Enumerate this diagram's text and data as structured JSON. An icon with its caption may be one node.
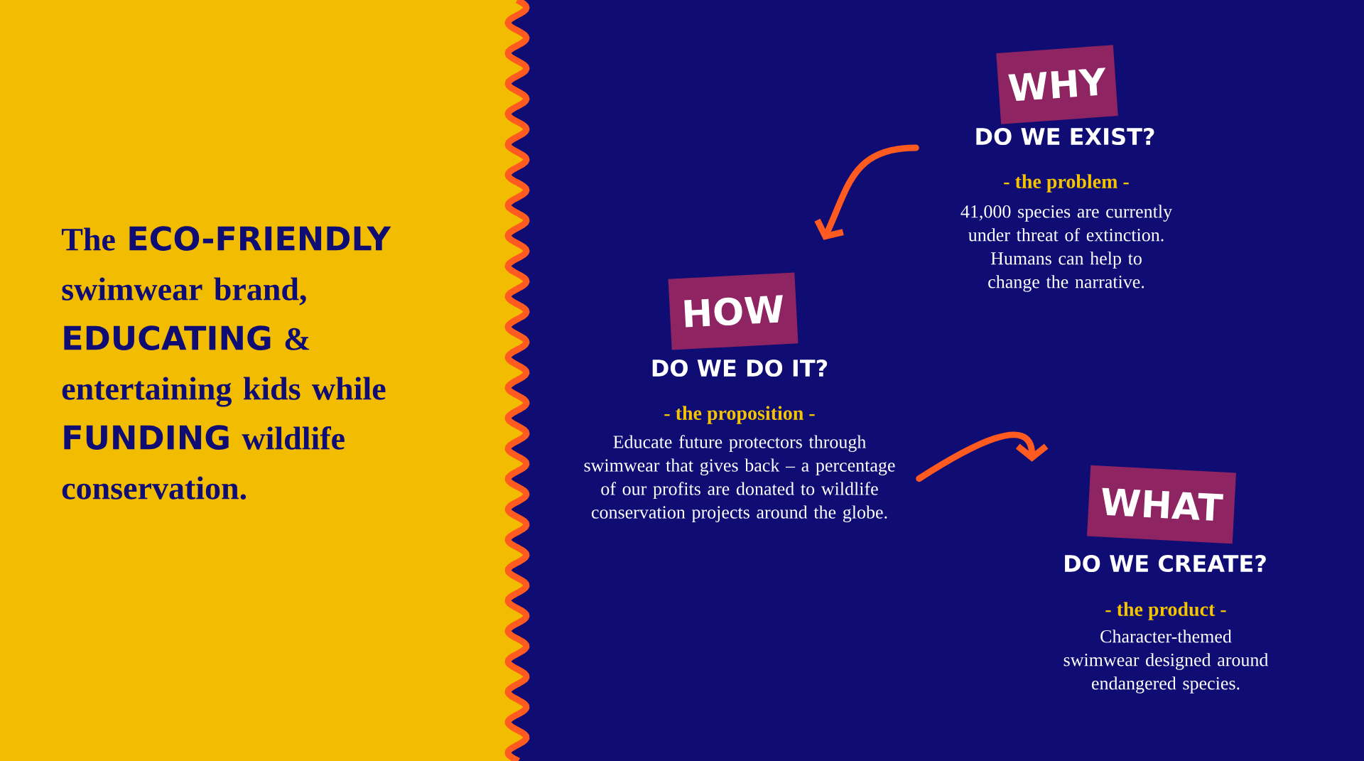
{
  "diagram": {
    "nodes": [
      {
        "text": [
          "WHY",
          "DO WE EXIST?"
        ],
        "beside": [
          "- the problem -",
          "41,000 species are currently under threat of extinction. Humans can help to change the narrative."
        ]
      },
      {
        "text": [
          "HOW",
          "DO WE DO IT?"
        ],
        "beside": [
          "- the proposition -",
          "Educate future protectors through swimwear that gives back – a percentage of our profits are donated to wildlife conservation projects around the globe."
        ]
      },
      {
        "text": [
          "WHAT",
          "DO WE CREATE?"
        ],
        "beside": [
          "- the product -",
          "Character-themed swimwear designed around endangered species."
        ]
      }
    ],
    "edges": [
      {
        "from": 0,
        "to": 1,
        "arrow": "to"
      },
      {
        "from": 1,
        "to": 2,
        "arrow": "to"
      }
    ],
    "labels": [
      "The **ECO-FRIENDLY** swimwear brand, **EDUCATING** & entertaining kids while **FUNDING** wildlife conservation."
    ]
  }
}
